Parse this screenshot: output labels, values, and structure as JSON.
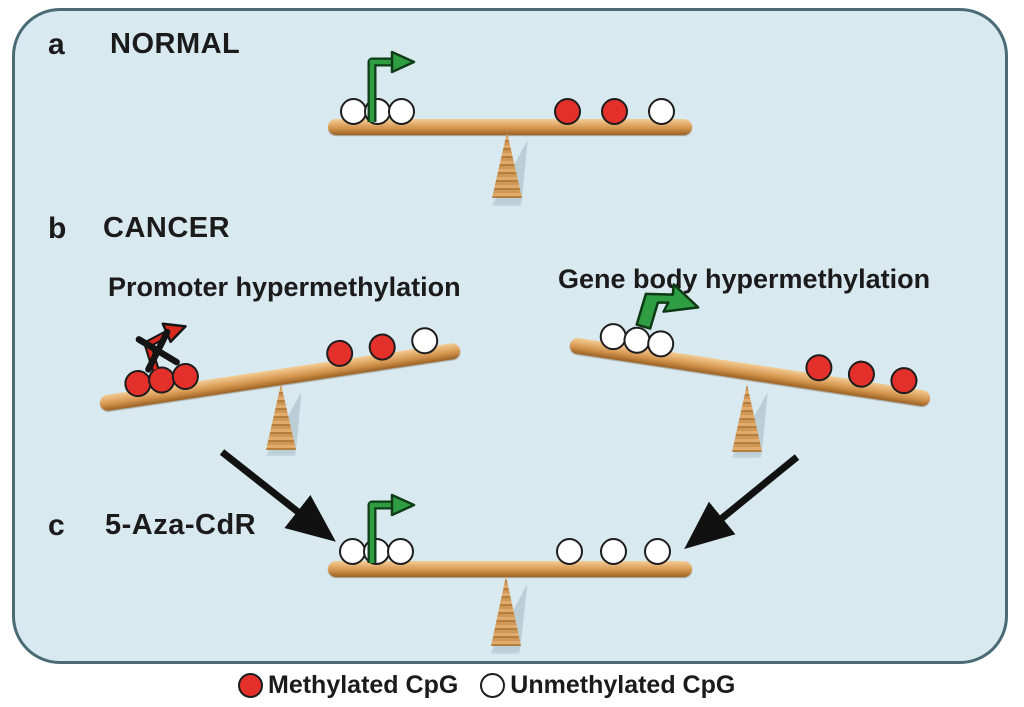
{
  "panel": {
    "background": "#d9e9f0",
    "border_color": "#4a6a74"
  },
  "sections": {
    "a": {
      "letter": "a",
      "title": "NORMAL"
    },
    "b": {
      "letter": "b",
      "title": "CANCER",
      "promoter_label": "Promoter hypermethylation",
      "gene_body_label": "Gene body hypermethylation"
    },
    "c": {
      "letter": "c",
      "title": "5-Aza-CdR"
    }
  },
  "seesaws": {
    "normal": {
      "state": "balanced",
      "transcription": "active",
      "left_beads": [
        "U",
        "U",
        "U"
      ],
      "right_beads": [
        "M",
        "M",
        "U"
      ]
    },
    "promoter_hyper": {
      "state": "tilted-left-down",
      "transcription": "blocked",
      "left_beads": [
        "M",
        "M",
        "M"
      ],
      "right_beads": [
        "M",
        "M",
        "U"
      ]
    },
    "gene_body_hyper": {
      "state": "tilted-right-down",
      "transcription": "active",
      "left_beads": [
        "U",
        "U",
        "U"
      ],
      "right_beads": [
        "M",
        "M",
        "M"
      ]
    },
    "treated": {
      "state": "balanced",
      "transcription": "active",
      "left_beads": [
        "U",
        "U",
        "U"
      ],
      "right_beads": [
        "U",
        "U",
        "U"
      ]
    }
  },
  "legend": {
    "methylated": "Methylated CpG",
    "unmethylated": "Unmethylated CpG"
  },
  "colors": {
    "methylated_cpg": "#e4302a",
    "unmethylated_cpg": "#ffffff",
    "active_arrow_green": "#2f9e43",
    "blocked_arrow_red": "#d9291f",
    "wood": "#cf9048",
    "ink": "#1b1b1b"
  }
}
